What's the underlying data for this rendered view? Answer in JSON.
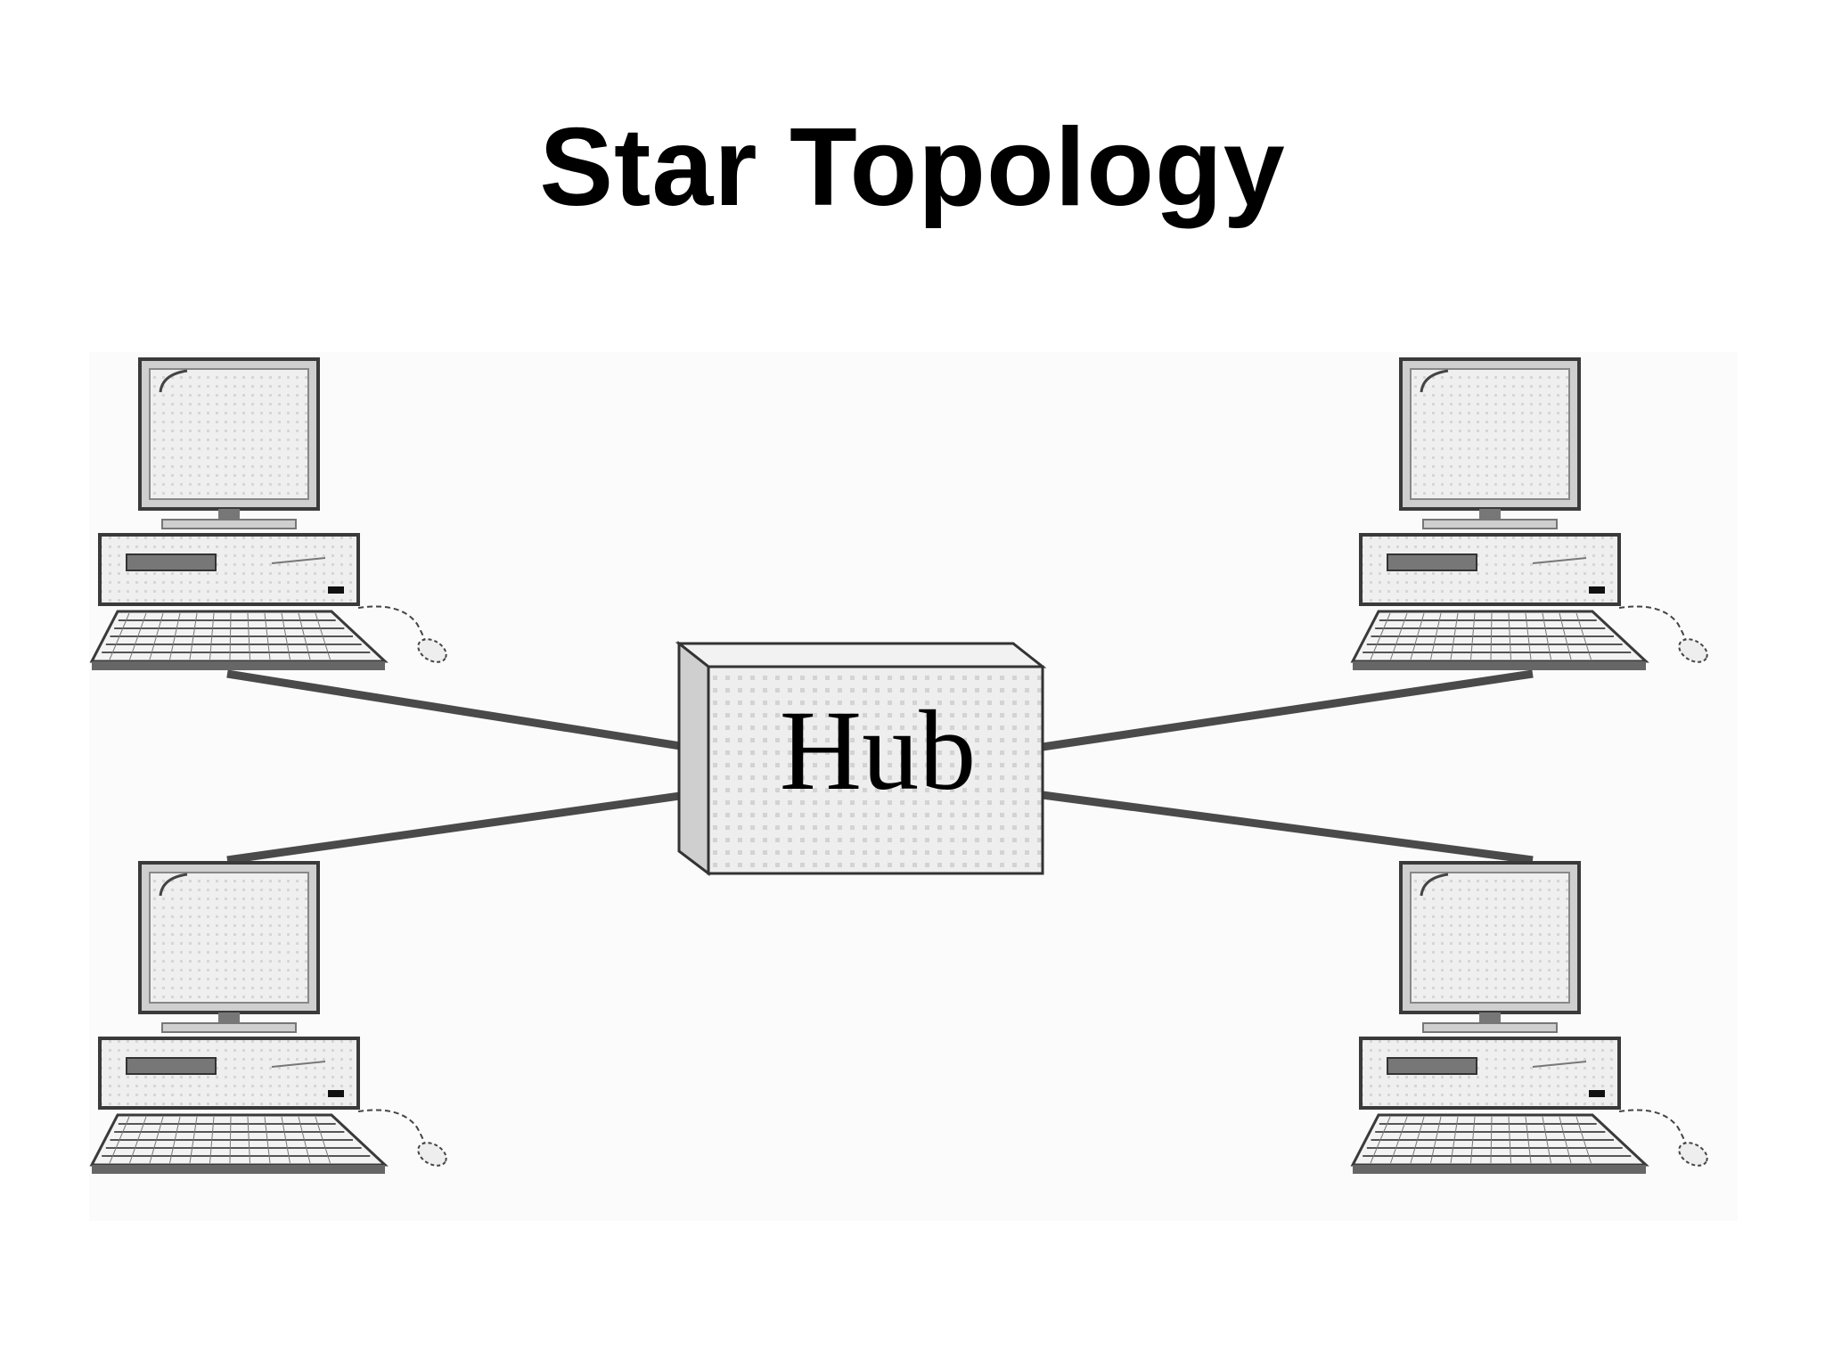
{
  "slide": {
    "title": "Star Topology"
  },
  "hub": {
    "label": "Hub"
  },
  "nodes": [
    {
      "role": "computer"
    },
    {
      "role": "computer"
    },
    {
      "role": "computer"
    },
    {
      "role": "computer"
    }
  ],
  "colors": {
    "background": "#ffffff",
    "text": "#000000",
    "cable": "#4a4a4a",
    "device_fill": "#ebebeb",
    "device_stroke": "#3a3a3a",
    "hub_fill": "#e6e6e6"
  }
}
